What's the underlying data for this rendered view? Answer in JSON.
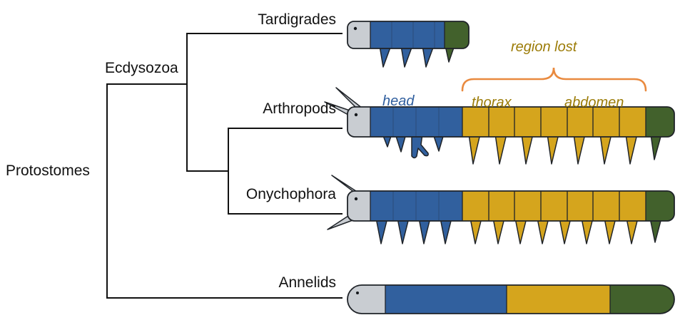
{
  "labels": {
    "protostomes": "Protostomes",
    "ecdysozoa": "Ecdysozoa",
    "tardigrades": "Tardigrades",
    "arthropods": "Arthropods",
    "onychophora": "Onychophora",
    "annelids": "Annelids"
  },
  "annotations": {
    "region_lost": "region lost",
    "head": "head",
    "thorax": "thorax",
    "abdomen": "abdomen"
  },
  "colors": {
    "blue": "#31609E",
    "yellow": "#D5A51D",
    "green": "#42612C",
    "gray": "#C9CDD2",
    "stroke": "#1F2328",
    "line": "#111111",
    "orange": "#E98A3F",
    "gold_text": "#9C7C08",
    "blue_text": "#2F5E9E",
    "text": "#121212",
    "background": "#FFFFFF"
  }
}
